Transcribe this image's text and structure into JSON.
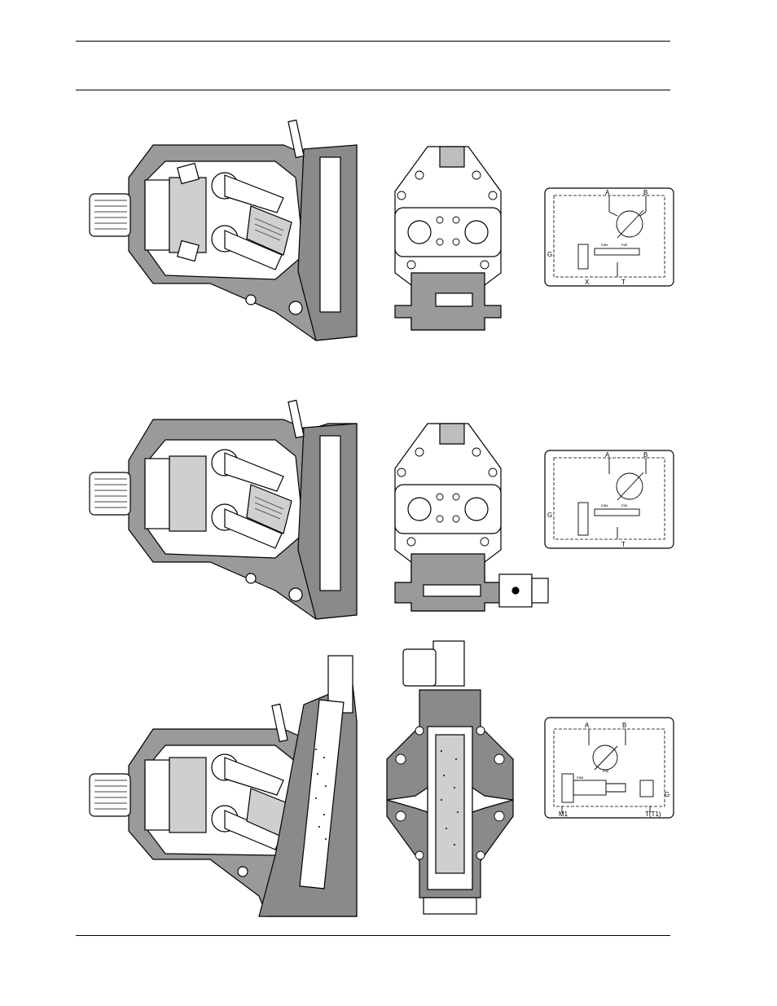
{
  "page": {
    "figures": [
      {
        "row": "upper",
        "schematic_labels": {
          "a": "A",
          "b": "B",
          "g": "G",
          "x": "X",
          "t": "T",
          "max": "max",
          "min": "min"
        }
      },
      {
        "row": "middle",
        "schematic_labels": {
          "a": "A",
          "b": "B",
          "g": "G",
          "t": "T",
          "max": "max",
          "min": "min"
        }
      },
      {
        "row": "lower",
        "schematic_labels": {
          "a": "A",
          "b": "B",
          "g": "G",
          "m1": "M1",
          "t": "T(T1)",
          "max": "max",
          "min": "min"
        }
      }
    ]
  }
}
